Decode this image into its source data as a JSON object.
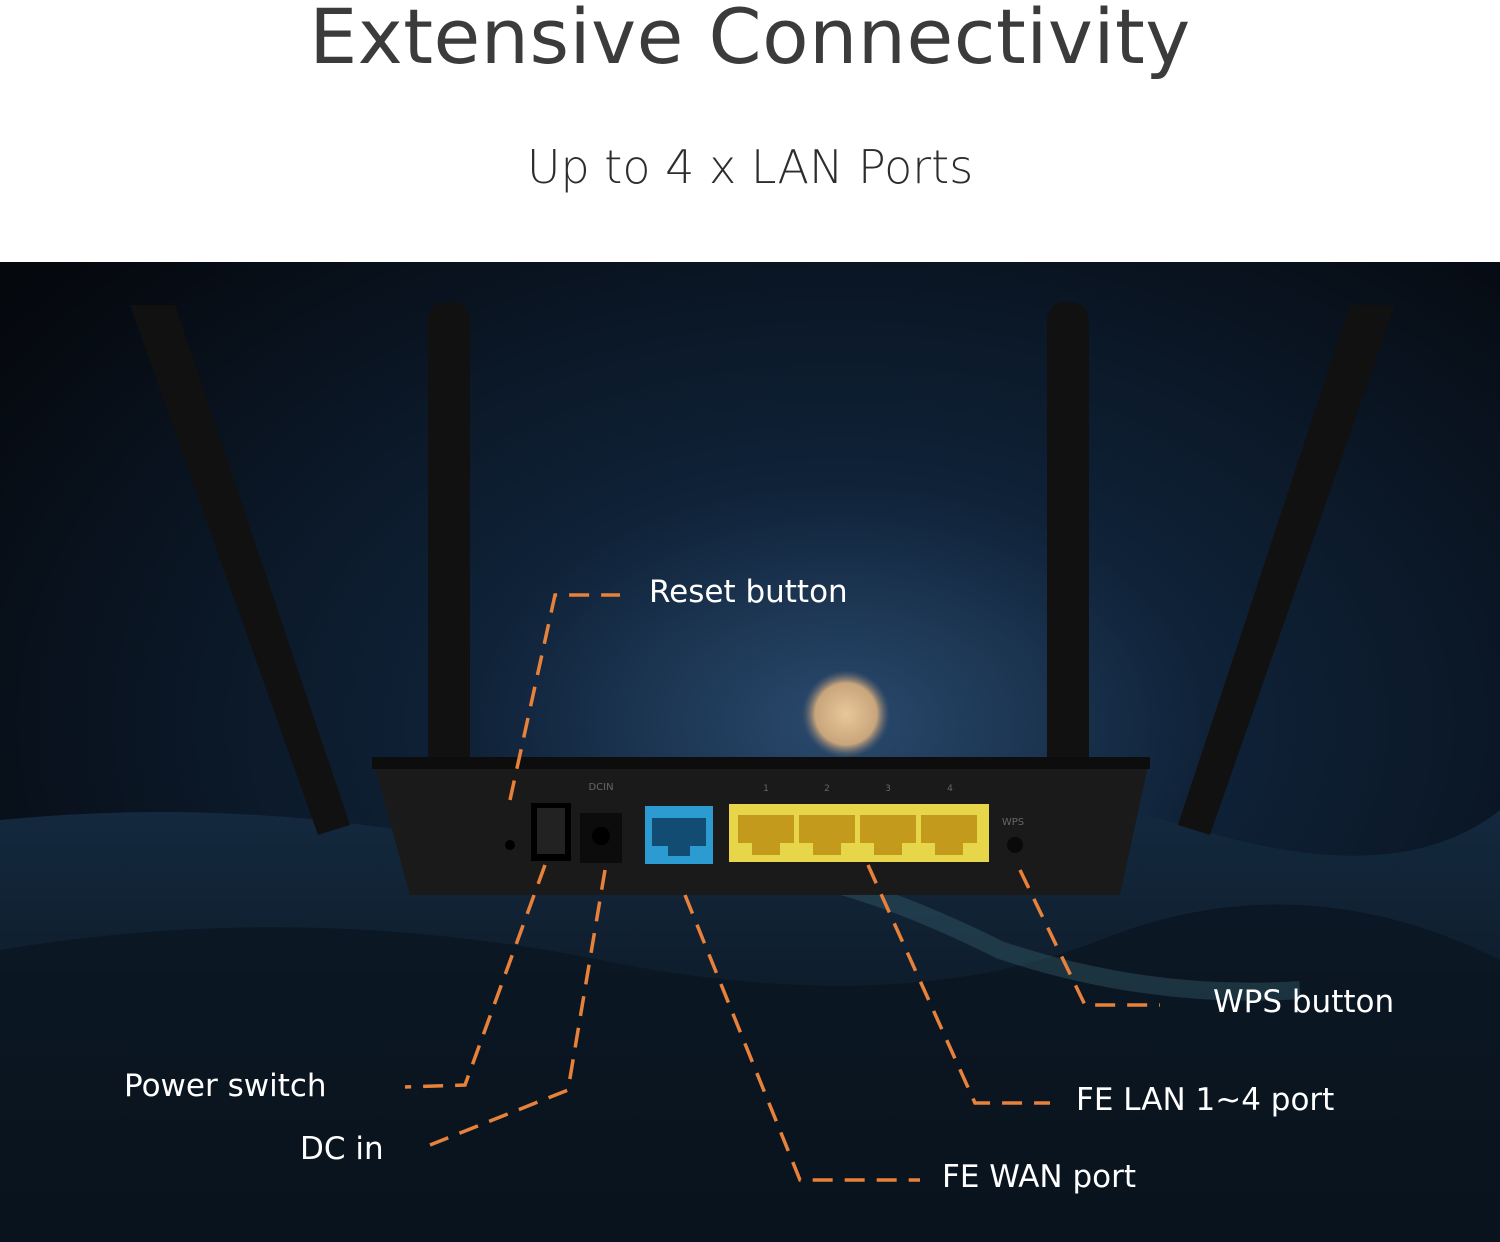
{
  "header": {
    "title": "Extensive Connectivity",
    "subtitle": "Up to 4 x LAN Ports"
  },
  "callouts": {
    "reset": "Reset button",
    "power": "Power switch",
    "dcin": "DC in",
    "wan": "FE WAN port",
    "lan": "FE LAN 1~4 port",
    "wps": "WPS button"
  },
  "router_labels": {
    "dcin": "DCIN",
    "wps": "WPS",
    "lan_numbers": [
      "1",
      "2",
      "3",
      "4"
    ]
  },
  "colors": {
    "callout_line": "#e8813a",
    "wan_port": "#2b9bd1",
    "lan_port": "#e8d64a"
  }
}
